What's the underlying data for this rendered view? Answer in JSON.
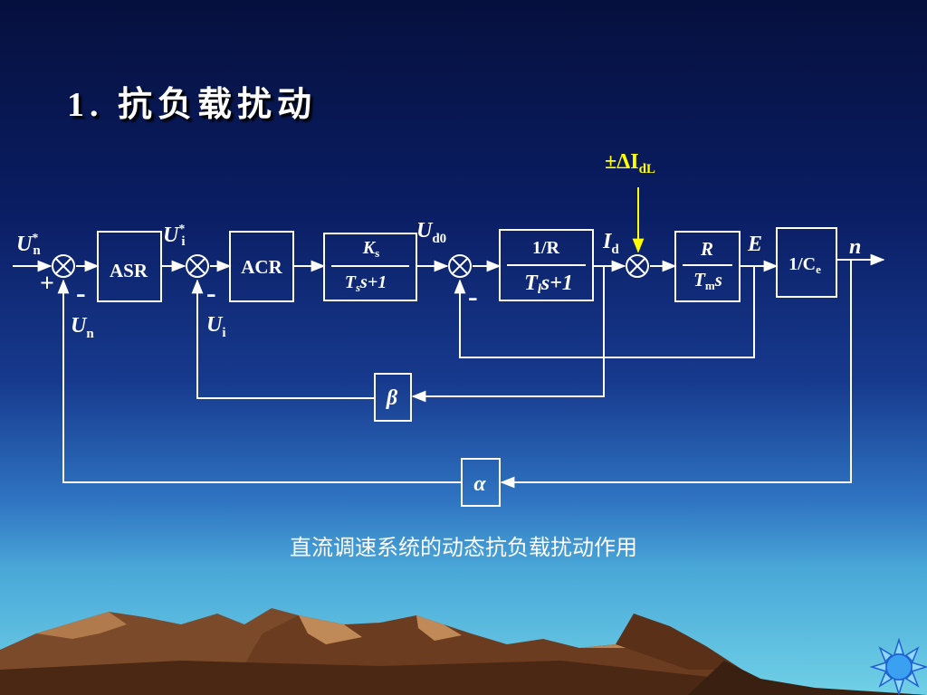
{
  "slide": {
    "title": "1. 抗负载扰动",
    "caption": "直流调速系统的动态抗负载扰动作用"
  },
  "colors": {
    "disturbance": "#ffff00",
    "line": "#ffffff"
  },
  "diagram": {
    "blocks": {
      "asr": "ASR",
      "acr": "ACR",
      "ks_num": "K",
      "ks_num_sub": "s",
      "ks_den_T": "T",
      "ks_den_sub": "s",
      "ks_den_rest": "s+1",
      "r_num": "1/R",
      "tl_den_T": "T",
      "tl_den_sub": "l",
      "tl_den_rest": "s+1",
      "rm_num": "R",
      "rm_den_T": "T",
      "rm_den_sub": "m",
      "rm_den_rest": "s",
      "ce_pre": "1/C",
      "ce_sub": "e",
      "beta": "β",
      "alpha": "α"
    },
    "signals": {
      "un_star": "U",
      "un_star_sup": "*",
      "un_star_sub": "n",
      "ui_star": "U",
      "ui_star_sup": "*",
      "ui_star_sub": "i",
      "ud0": "U",
      "ud0_sub": "d0",
      "id": "I",
      "id_sub": "d",
      "e": "E",
      "n": "n",
      "un": "U",
      "un_sub": "n",
      "ui": "U",
      "ui_sub": "i",
      "disturbance": "±ΔI",
      "disturbance_sub": "dL"
    },
    "signs": {
      "plus": "+",
      "minus1": "-",
      "minus2": "-",
      "minus3": "-"
    }
  }
}
